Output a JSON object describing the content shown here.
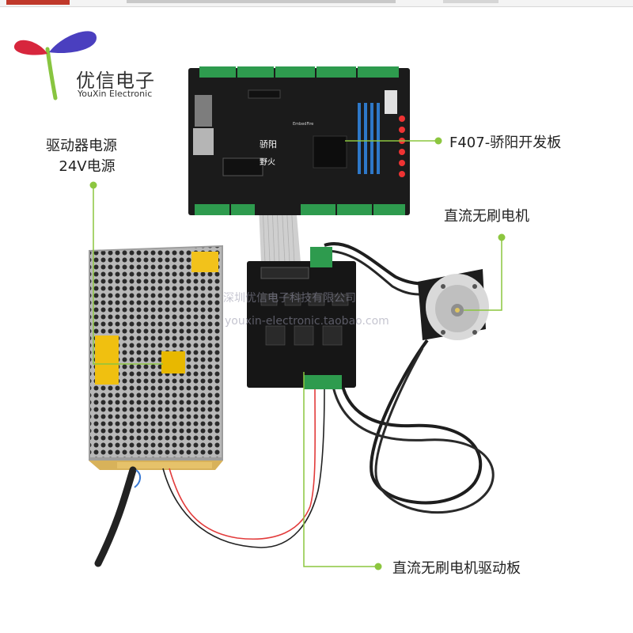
{
  "brand": {
    "name_cn": "优信电子",
    "name_en": "YouXin Electronic"
  },
  "labels": {
    "psu_line1": "驱动器电源",
    "psu_line2": "24V电源",
    "dev_board": "F407-骄阳开发板",
    "motor": "直流无刷电机",
    "driver_board": "直流无刷电机驱动板"
  },
  "board_print": {
    "name": "骄阳",
    "maker": "野火",
    "model": "EmbedFire"
  },
  "watermark": {
    "line1": "深圳优信电子科技有限公司",
    "line2": "youxin-electronic.taobao.com"
  },
  "colors": {
    "callout": "#8cc63f",
    "pcb": "#1b1b1b",
    "terminal_green": "#2e9b4e",
    "psu_metal": "#bdbdbd",
    "motor_body": "#d9d9d9",
    "ribbon": "#c9c9c9"
  }
}
